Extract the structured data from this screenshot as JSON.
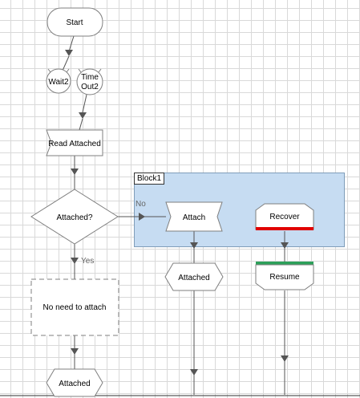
{
  "diagram": {
    "block": {
      "label": "Block1"
    },
    "nodes": {
      "start": "Start",
      "wait": "Wait2",
      "timeout_line1": "Time",
      "timeout_line2": "Out2",
      "read_attached": "Read Attached",
      "decision": "Attached?",
      "attach": "Attach",
      "recover": "Recover",
      "attached_right": "Attached",
      "resume": "Resume",
      "no_need": "No need to attach",
      "attached_bottom": "Attached"
    },
    "edges": {
      "no": "No",
      "yes": "Yes"
    },
    "colors": {
      "block_fill": "#c6dcf2",
      "recover_bar": "#e00000",
      "resume_bar": "#2ca05a"
    }
  }
}
